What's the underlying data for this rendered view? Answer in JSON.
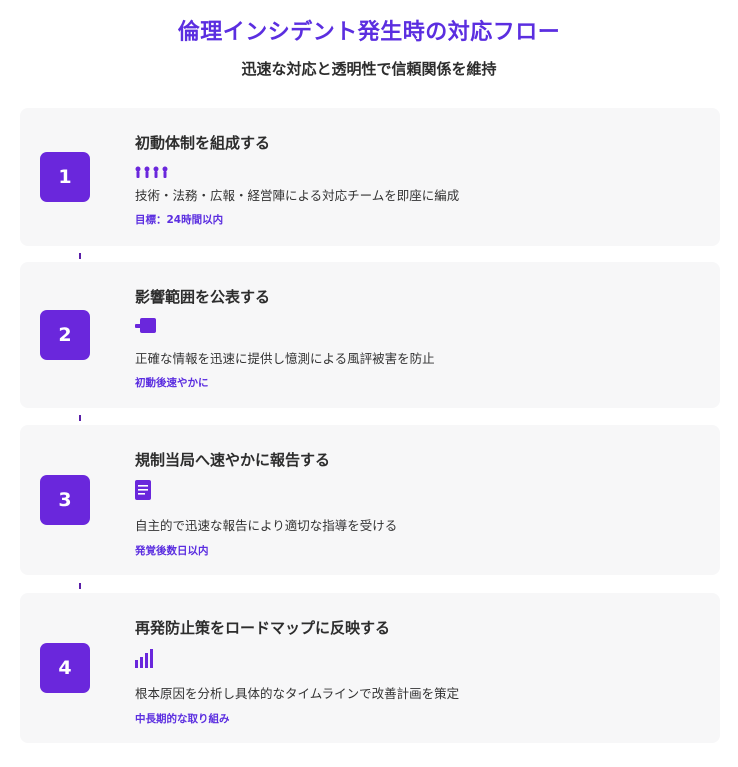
{
  "header": {
    "title": "倫理インシデント発生時の対応フロー",
    "subtitle": "迅速な対応と透明性で信頼関係を維持"
  },
  "colors": {
    "accent": "#6a27dc",
    "title": "#5b2ee0",
    "card_bg": "#f7f7f8"
  },
  "steps": [
    {
      "number": "1",
      "title": "初動体制を組成する",
      "icon": "team-people-icon",
      "description": "技術・法務・広報・経営陣による対応チームを即座に編成",
      "tag": "目標：24時間以内"
    },
    {
      "number": "2",
      "title": "影響範囲を公表する",
      "icon": "megaphone-icon",
      "description": "正確な情報を迅速に提供し憶測による風評被害を防止",
      "tag": "初動後速やかに"
    },
    {
      "number": "3",
      "title": "規制当局へ速やかに報告する",
      "icon": "document-report-icon",
      "description": "自主的で迅速な報告により適切な指導を受ける",
      "tag": "発覚後数日以内"
    },
    {
      "number": "4",
      "title": "再発防止策をロードマップに反映する",
      "icon": "bar-chart-icon",
      "description": "根本原因を分析し具体的なタイムラインで改善計画を策定",
      "tag": "中長期的な取り組み"
    }
  ]
}
